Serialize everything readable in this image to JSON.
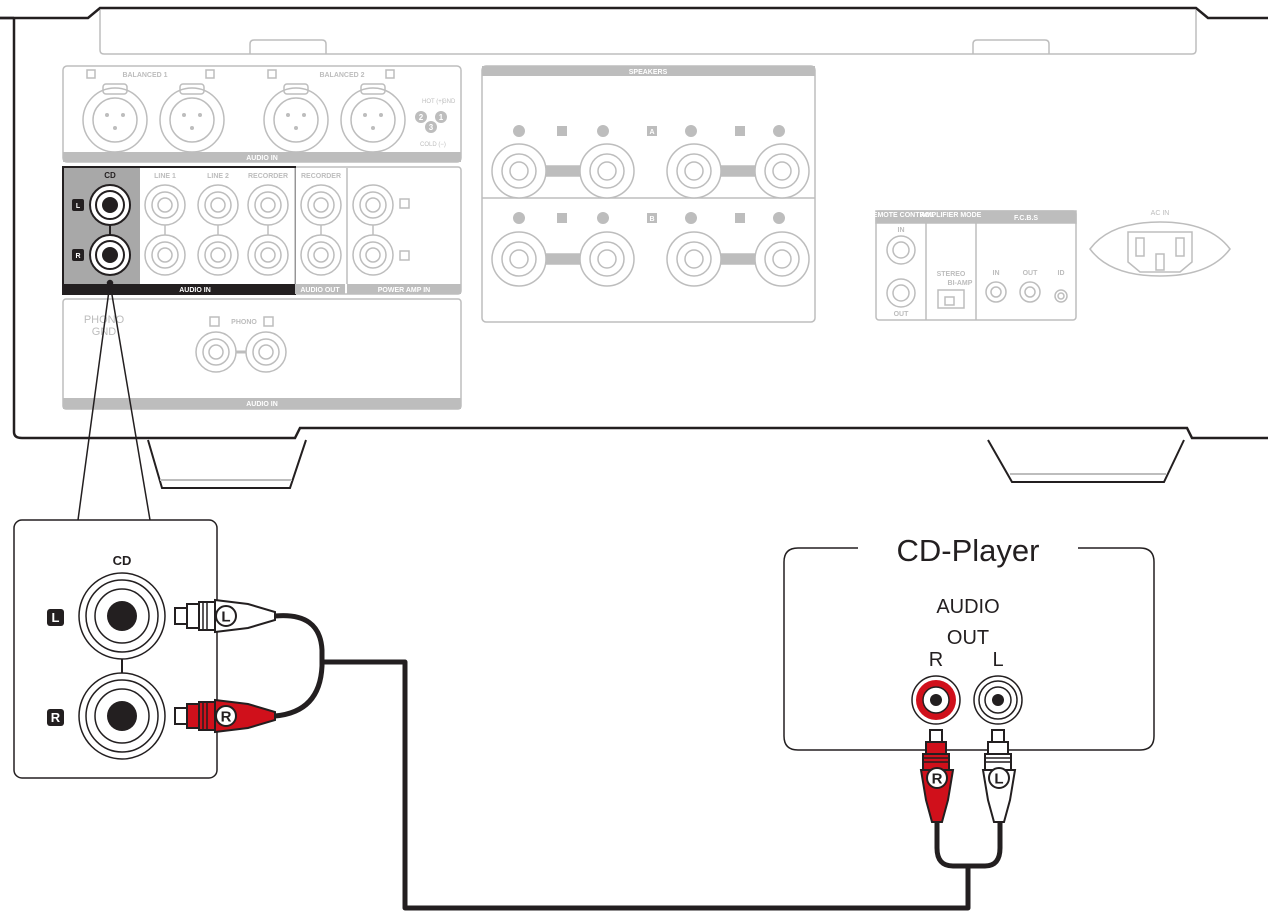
{
  "amplifier": {
    "balanced_1": "BALANCED 1",
    "balanced_2": "BALANCED 2",
    "hot": "HOT (+)",
    "gnd": "GND",
    "cold": "COLD (−)",
    "pin_1": "1",
    "pin_2": "2",
    "pin_3": "3",
    "audio_in_top": "AUDIO IN",
    "cd": "CD",
    "line_1": "LINE 1",
    "line_2": "LINE 2",
    "recorder_in": "RECORDER",
    "recorder_out": "RECORDER",
    "audio_in_mid": "AUDIO IN",
    "audio_out": "AUDIO OUT",
    "power_amp_in": "POWER AMP IN",
    "phono_1": "PHONO",
    "phono_2": "GND",
    "phono_label": "PHONO",
    "audio_in_bottom": "AUDIO IN",
    "speakers": "SPEAKERS",
    "speaker_a": "A",
    "speaker_b": "B",
    "remote_control": "REMOTE CONTROL",
    "remote_in": "IN",
    "remote_out": "OUT",
    "amplifier_mode": "AMPLIFIER MODE",
    "stereo": "STEREO",
    "bi_amp": "BI-AMP",
    "fcbs": "F.C.B.S",
    "fcbs_in": "IN",
    "fcbs_out": "OUT",
    "fcbs_id": "ID",
    "ac_in": "AC IN",
    "left_mark": "L",
    "right_mark": "R"
  },
  "zoom": {
    "cd_label": "CD",
    "left_mark": "L",
    "right_mark": "R",
    "plug_left": "L",
    "plug_right": "R"
  },
  "cd_player": {
    "title": "CD-Player",
    "audio": "AUDIO",
    "out": "OUT",
    "r_label": "R",
    "l_label": "L",
    "plug_right": "R",
    "plug_left": "L"
  },
  "colors": {
    "outline": "#231f20",
    "panel_gray": "#bdbdbd",
    "red_plug": "#d0101b",
    "highlight_box": "#a8a8a8"
  }
}
